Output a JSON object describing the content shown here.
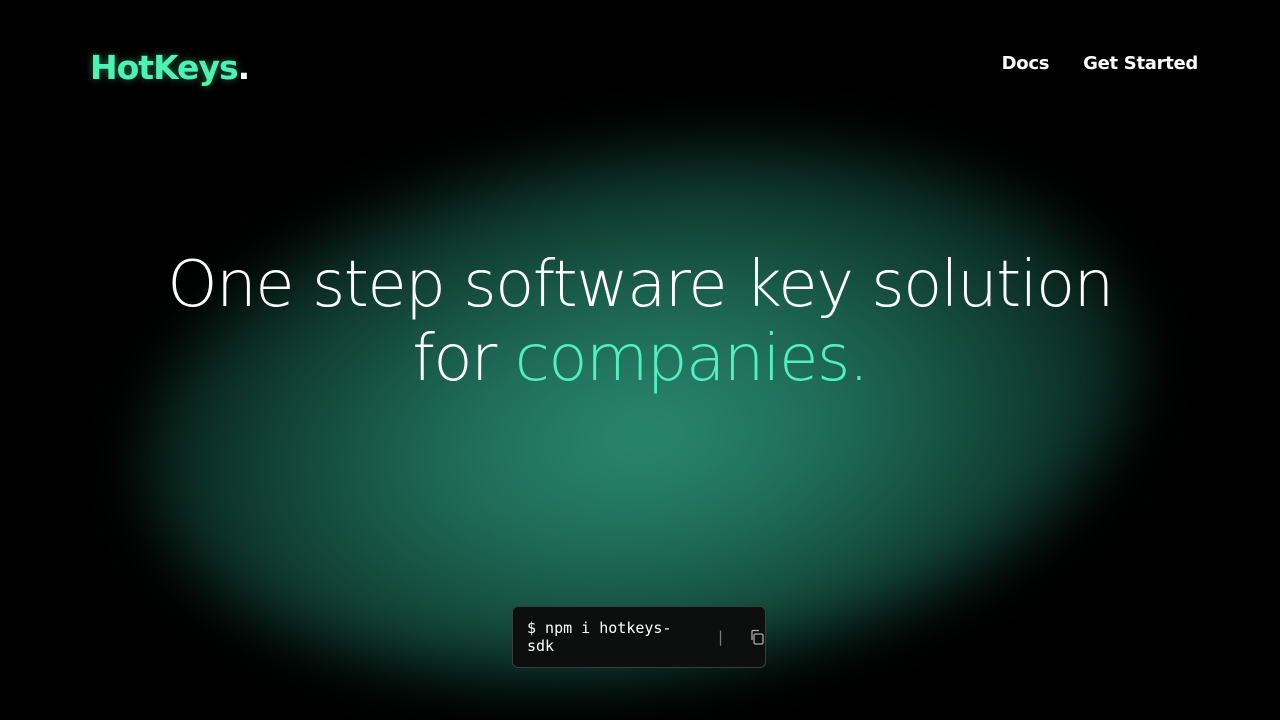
{
  "header": {
    "logo_text": "HotKeys",
    "logo_dot": ".",
    "nav": {
      "docs": "Docs",
      "get_started": "Get Started"
    }
  },
  "hero": {
    "line1": "One step software key solution",
    "line2_prefix": "for ",
    "line2_accent": "companies."
  },
  "install": {
    "command": "$ npm i hotkeys-sdk",
    "separator": "|",
    "copy_icon": "copy-icon"
  },
  "colors": {
    "background": "#000000",
    "accent": "#52f0be",
    "glow": "#2a8a72"
  }
}
